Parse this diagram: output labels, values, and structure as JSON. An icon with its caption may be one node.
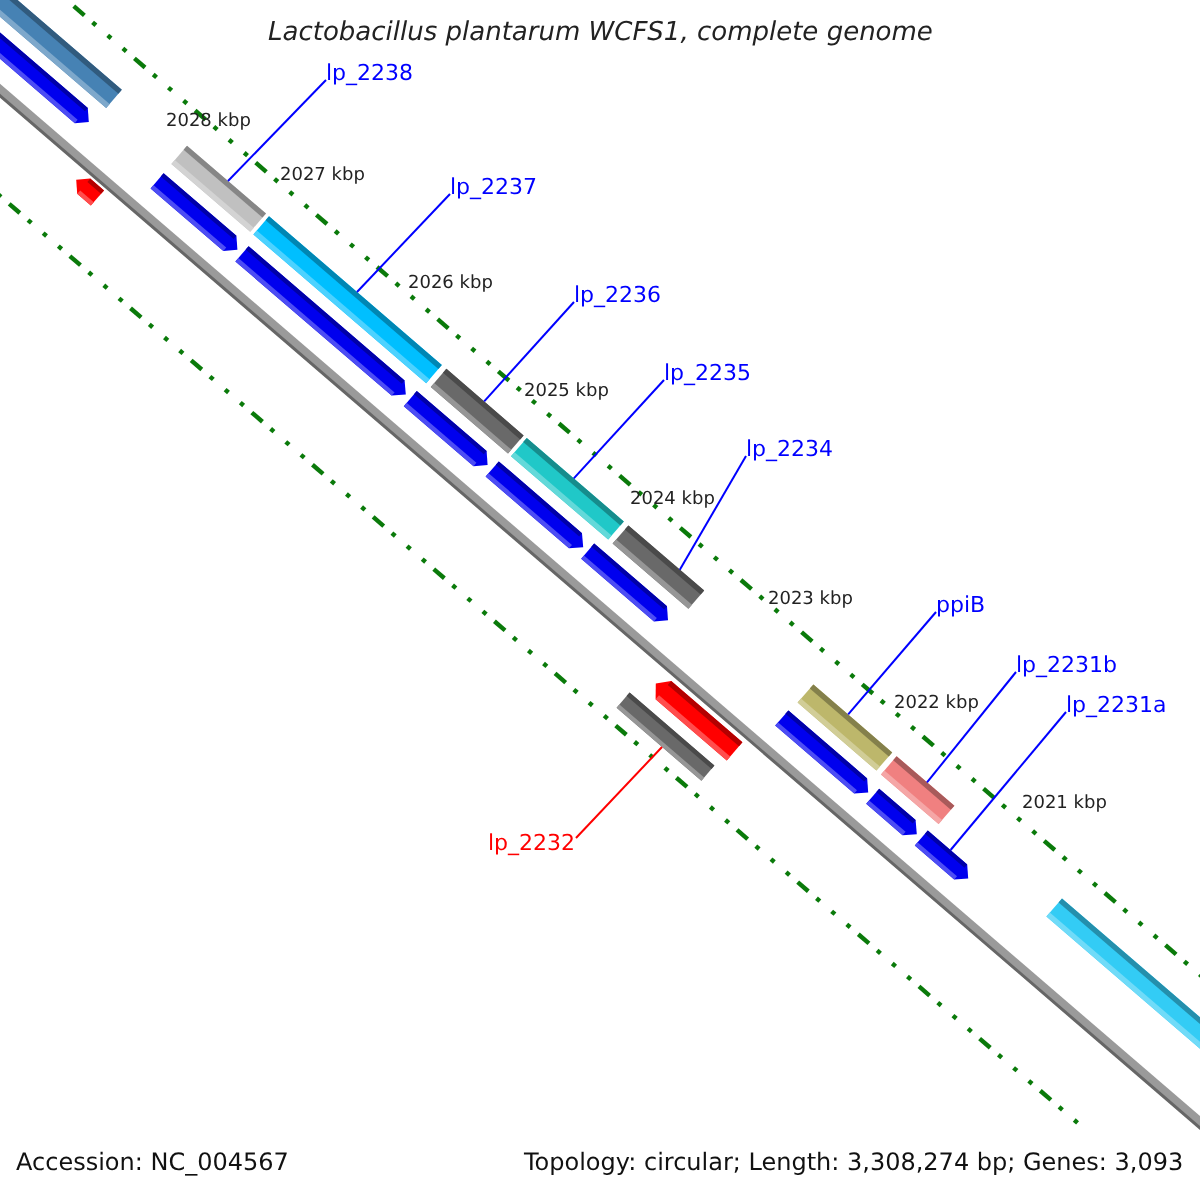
{
  "diagram": {
    "title": "Lactobacillus plantarum WCFS1, complete genome",
    "nodes": [
      {
        "text": [
          "lp_2238"
        ]
      },
      {
        "text": [],
        "shape": "bar"
      },
      {
        "text": [
          "lp_2237"
        ]
      },
      {
        "text": [],
        "shape": "bar"
      },
      {
        "text": [
          "lp_2236"
        ]
      },
      {
        "text": [],
        "shape": "bar"
      },
      {
        "text": [
          "lp_2235"
        ]
      },
      {
        "text": [],
        "shape": "bar"
      },
      {
        "text": [
          "lp_2234"
        ]
      },
      {
        "text": [],
        "shape": "bar"
      },
      {
        "text": [
          "ppiB"
        ]
      },
      {
        "text": [],
        "shape": "bar"
      },
      {
        "text": [
          "lp_2231b"
        ]
      },
      {
        "text": [],
        "shape": "bar"
      },
      {
        "text": [
          "lp_2231a"
        ]
      },
      {
        "text": [],
        "shape": "bar"
      },
      {
        "text": [
          "lp_2232"
        ]
      },
      {
        "text": [],
        "shape": "bar"
      }
    ],
    "edges": [
      {
        "from": 0,
        "to": 1,
        "arrow": "none"
      },
      {
        "from": 2,
        "to": 3,
        "arrow": "none"
      },
      {
        "from": 4,
        "to": 5,
        "arrow": "none"
      },
      {
        "from": 6,
        "to": 7,
        "arrow": "none"
      },
      {
        "from": 8,
        "to": 9,
        "arrow": "none"
      },
      {
        "from": 10,
        "to": 11,
        "arrow": "none"
      },
      {
        "from": 12,
        "to": 13,
        "arrow": "none"
      },
      {
        "from": 14,
        "to": 15,
        "arrow": "none"
      },
      {
        "from": 16,
        "to": 17,
        "arrow": "none",
        "color": "#ff0000"
      }
    ],
    "labels": [
      "2028 kbp",
      "2027 kbp",
      "2026 kbp",
      "2025 kbp",
      "2024 kbp",
      "2023 kbp",
      "2022 kbp",
      "2021 kbp",
      "Accession: NC_004567",
      "Topology: circular; Length: 3,308,274 bp; Genes: 3,093"
    ]
  }
}
